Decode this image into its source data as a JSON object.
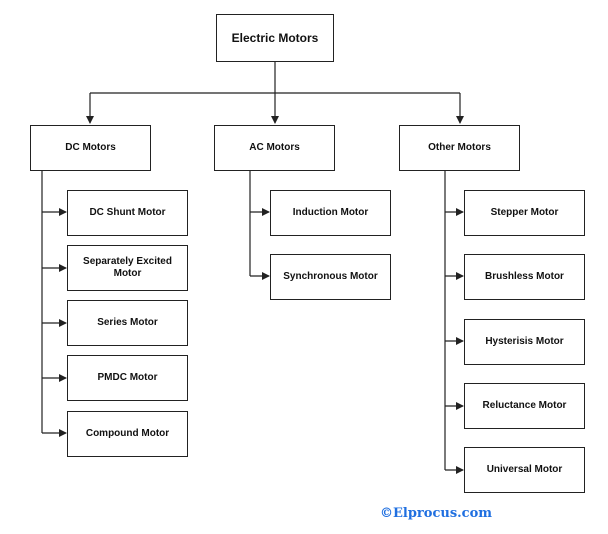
{
  "diagram": {
    "root": "Electric Motors",
    "categories": {
      "dc": {
        "label": "DC Motors",
        "children": [
          "DC Shunt Motor",
          "Separately Excited Motor",
          "Series Motor",
          "PMDC Motor",
          "Compound Motor"
        ]
      },
      "ac": {
        "label": "AC Motors",
        "children": [
          "Induction Motor",
          "Synchronous Motor"
        ]
      },
      "other": {
        "label": "Other Motors",
        "children": [
          "Stepper Motor",
          "Brushless Motor",
          "Hysterisis Motor",
          "Reluctance Motor",
          "Universal Motor"
        ]
      }
    }
  },
  "watermark": "©Elprocus.com",
  "colors": {
    "line": "#222222",
    "box_border": "#222222",
    "watermark": "#1f6fe0"
  }
}
